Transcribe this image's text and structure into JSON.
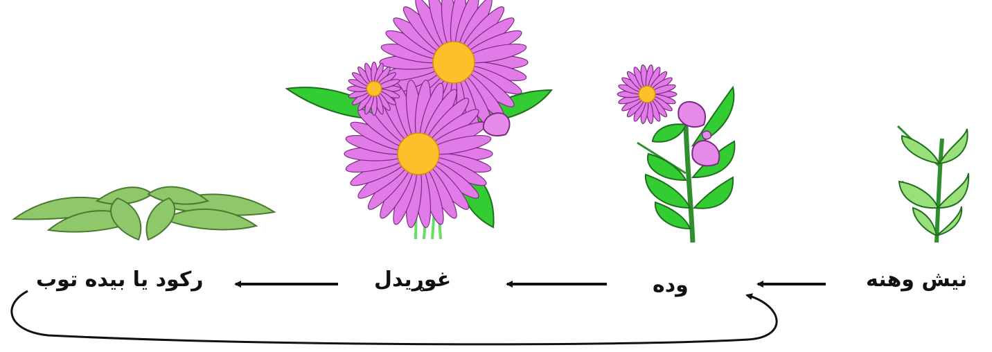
{
  "stages": [
    {
      "id": "seedling",
      "label": "نیش وهنه"
    },
    {
      "id": "budding",
      "label": "وده"
    },
    {
      "id": "flowering",
      "label": "غوړيدل"
    },
    {
      "id": "dormant",
      "label": "رکود یا بیده توب"
    }
  ],
  "colors": {
    "background": "#ffffff",
    "text": "#111111",
    "arrow": "#111111",
    "leaf_bright": "#33cc33",
    "leaf_pale": "#99e07a",
    "leaf_dormant": "#8fc76b",
    "petal": "#e07be8",
    "petal_outline": "#7a2a80",
    "flower_center": "#fcc02a",
    "bud": "#e58ae8",
    "stem": "#2f8f2f"
  },
  "icons": [
    "seedling-plant-icon",
    "budding-plant-icon",
    "flowering-aster-icon",
    "dormant-rosette-icon",
    "arrow-left-icon",
    "cycle-return-arrow-icon"
  ]
}
